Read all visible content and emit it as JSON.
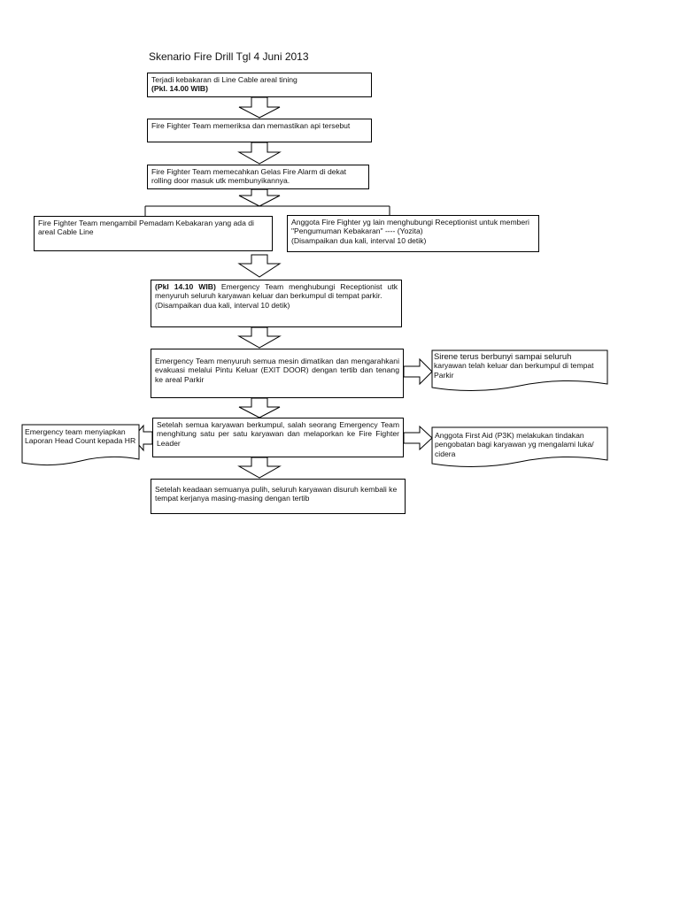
{
  "title": "Skenario Fire Drill Tgl 4 Juni 2013",
  "step1": {
    "line1": "Terjadi kebakaran di Line Cable areal tining",
    "line2": "(Pkl. 14.00 WIB)"
  },
  "step2": {
    "text": "Fire Fighter Team memeriksa dan memastikan api tersebut"
  },
  "step3": {
    "text": "Fire Fighter Team memecahkan Gelas Fire Alarm di dekat rolling door masuk utk membunyikannya."
  },
  "step4_left": {
    "text": "Fire Fighter Team mengambil Pemadam Kebakaran yang ada di areal Cable Line"
  },
  "step4_right": {
    "line1": "Anggota Fire Fighter yg lain menghubungi Receptionist untuk memberi \"Pengumuman Kebakaran\" ---- (Yozita)",
    "line2": "(Disampaikan dua kali, interval 10 detik)"
  },
  "step5": {
    "time": "(Pkl 14.10 WIB)",
    "line1": " Emergency Team menghubungi Receptionist utk menyuruh seluruh karyawan keluar dan berkumpul di tempat parkir.",
    "line2": "(Disampaikan dua kali, interval 10 detik)"
  },
  "step6": {
    "text": "Emergency Team menyuruh semua mesin dimatikan dan mengarahkani evakuasi melalui Pintu Keluar (EXIT DOOR) dengan tertib dan tenang ke areal Parkir"
  },
  "step6_note": {
    "line1": "Sirene terus berbunyi sampai seluruh",
    "line2": "karyawan telah keluar dan berkumpul di tempat Parkir"
  },
  "step7": {
    "text": "Setelah semua karyawan berkumpul, salah seorang Emergency Team menghitung satu per satu karyawan dan melaporkan ke Fire Fighter Leader"
  },
  "step7_left": {
    "text": "Emergency team menyiapkan Laporan Head Count kepada HR"
  },
  "step7_right": {
    "text": "Anggota First Aid (P3K) melakukan tindakan pengobatan bagi karyawan yg mengalami luka/ cidera"
  },
  "step8": {
    "text": "Setelah keadaan semuanya pulih, seluruh karyawan disuruh kembali ke tempat kerjanya masing-masing dengan tertib"
  }
}
